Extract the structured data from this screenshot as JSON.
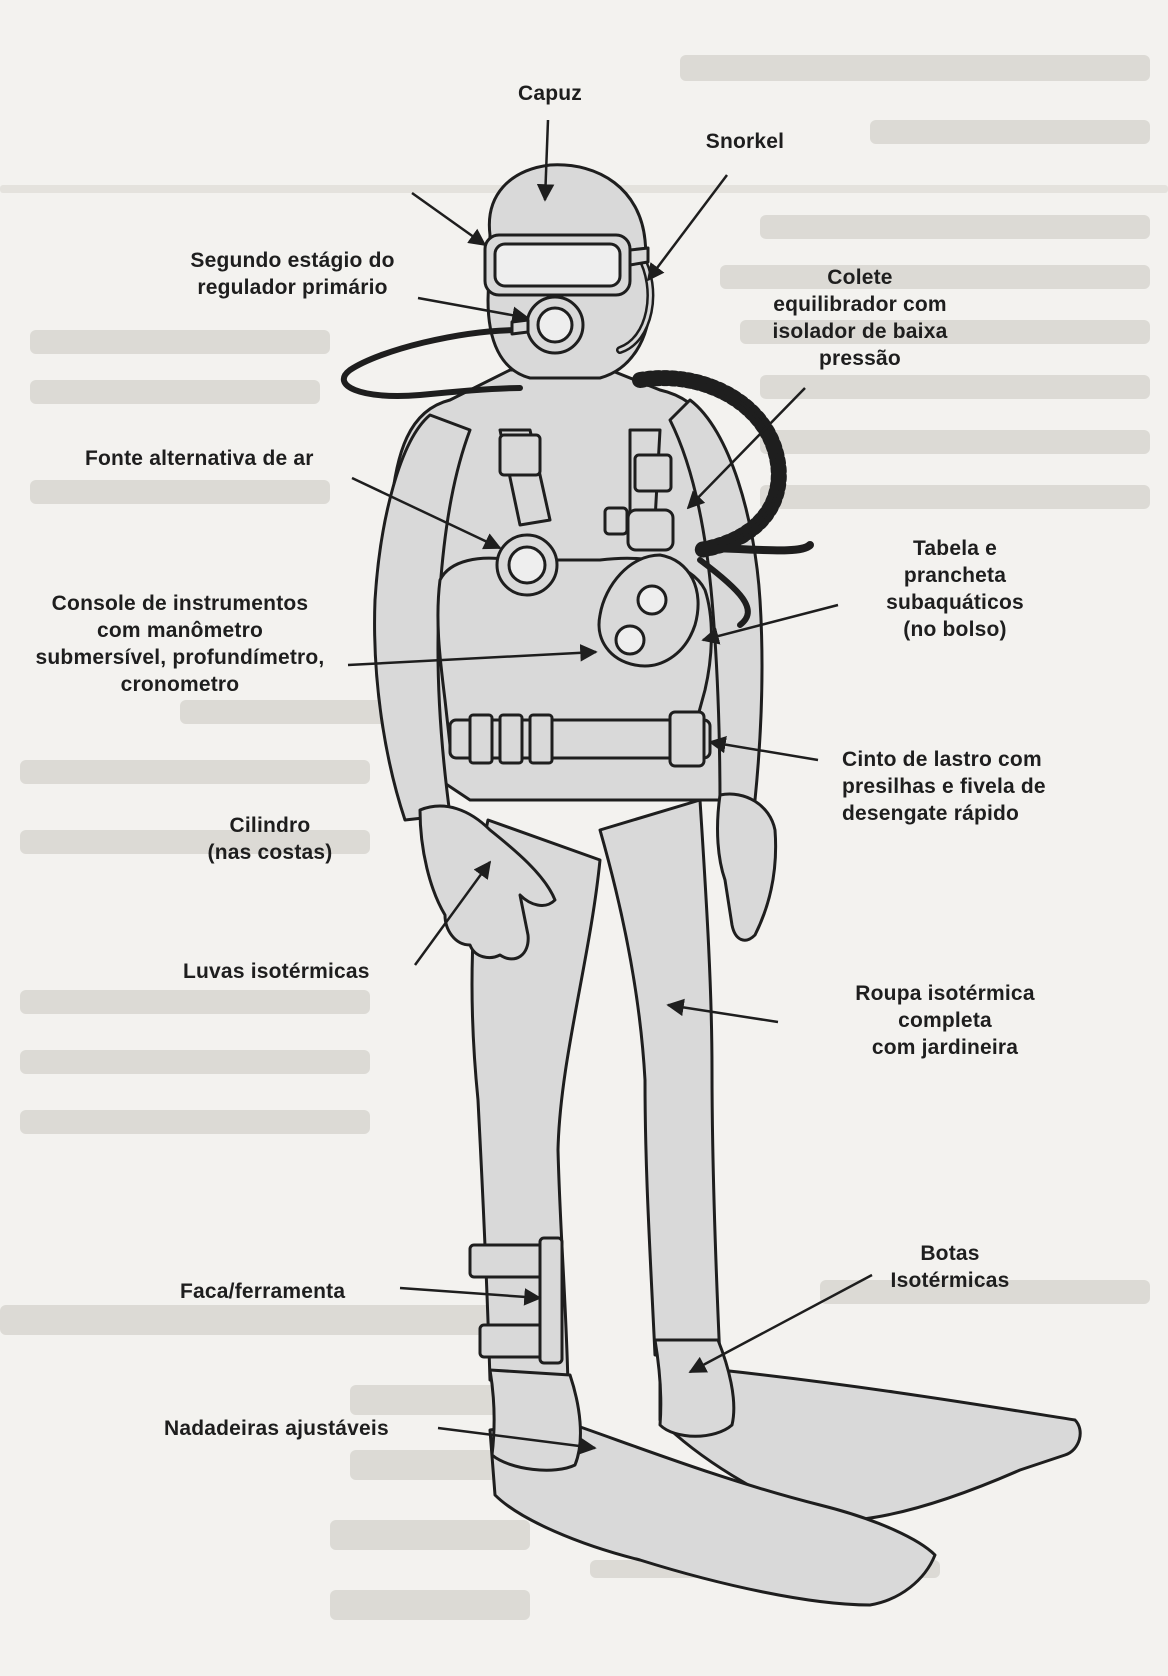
{
  "labels": {
    "capuz": "Capuz",
    "snorkel": "Snorkel",
    "segundo_estagio": "Segundo estágio do\nregulador primário",
    "colete": "Colete\nequilibrador com\nisolador de baixa\npressão",
    "fonte_alternativa": "Fonte alternativa de ar",
    "tabela": "Tabela e\nprancheta\nsubaquáticos\n(no bolso)",
    "console": "Console de instrumentos\ncom manômetro\nsubmersível, profundímetro,\ncronometro",
    "cinto": "Cinto de lastro com\npresilhas e fivela de\ndesengate rápido",
    "cilindro": "Cilindro\n(nas costas)",
    "luvas": "Luvas isotérmicas",
    "roupa": "Roupa isotérmica\ncompleta\ncom jardineira",
    "botas": "Botas\nIsotérmicas",
    "faca": "Faca/ferramenta",
    "nadadeiras": "Nadadeiras ajustáveis"
  },
  "colors": {
    "ink": "#1e1e1e",
    "body_fill": "#d9d9d9",
    "paper": "#f3f2ef",
    "bleed_text": "#c9c7c2"
  }
}
